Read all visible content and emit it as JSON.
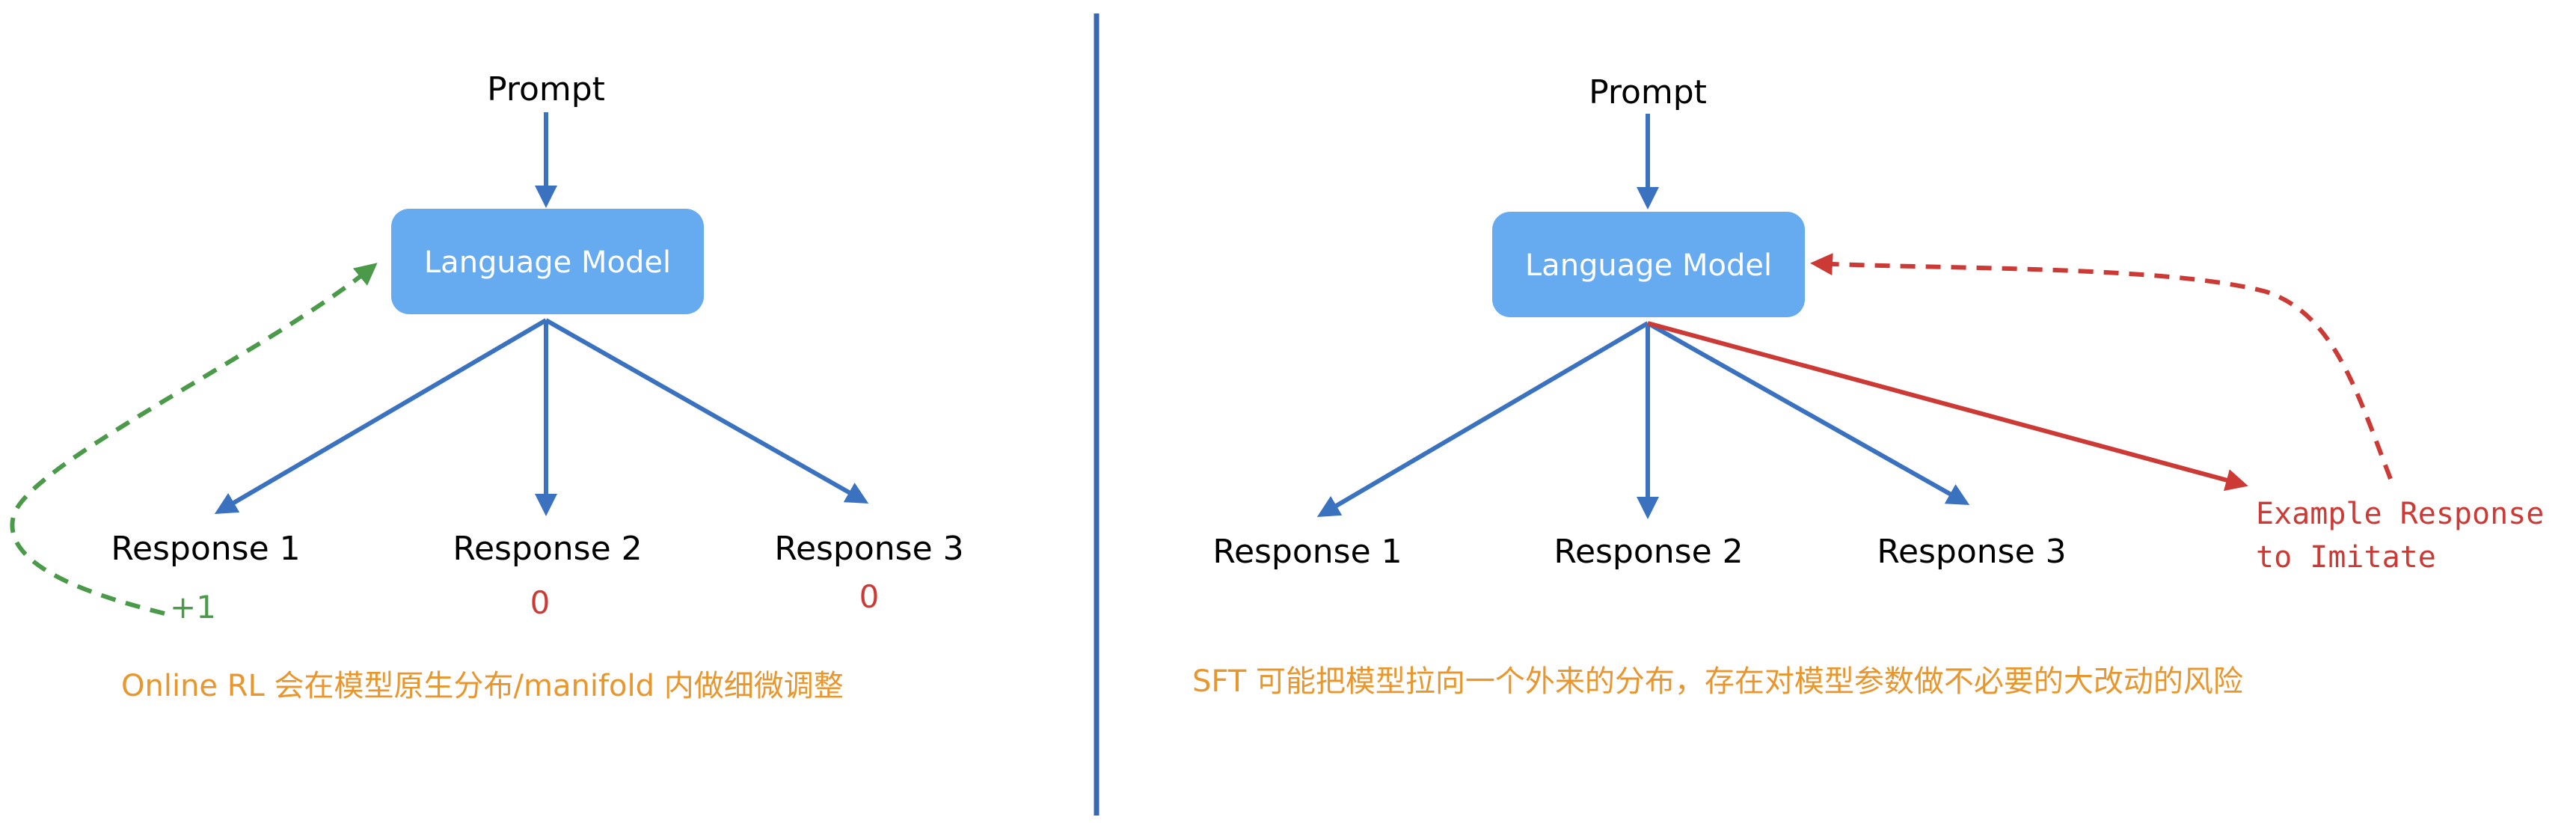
{
  "colors": {
    "box_fill": "#66aaf0",
    "blue_arrow": "#3a72c0",
    "divider": "#3a68b0",
    "green": "#4a9a4a",
    "red": "#cc3a36",
    "orange": "#e8962e"
  },
  "left": {
    "prompt": "Prompt",
    "model": "Language Model",
    "responses": [
      {
        "label": "Response 1",
        "score": "+1"
      },
      {
        "label": "Response 2",
        "score": "0"
      },
      {
        "label": "Response 3",
        "score": "0"
      }
    ],
    "caption": "Online RL 会在模型原生分布/manifold 内做细微调整"
  },
  "right": {
    "prompt": "Prompt",
    "model": "Language Model",
    "responses": [
      {
        "label": "Response 1"
      },
      {
        "label": "Response 2"
      },
      {
        "label": "Response 3"
      }
    ],
    "example_line1": "Example Response",
    "example_line2": "to Imitate",
    "caption": "SFT 可能把模型拉向一个外来的分布，存在对模型参数做不必要的大改动的风险"
  }
}
